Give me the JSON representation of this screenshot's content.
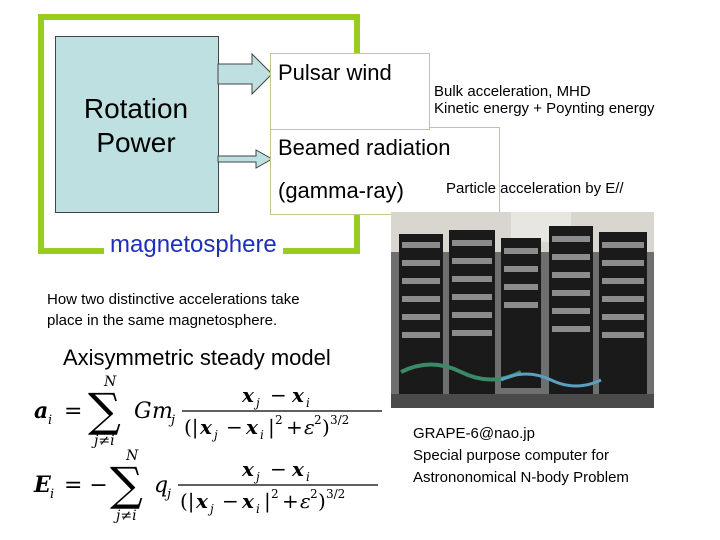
{
  "diagram": {
    "rotation_power": [
      "Rotation",
      "Power"
    ],
    "pulsar_wind": "Pulsar wind",
    "bulk_acceleration": [
      "Bulk acceleration, MHD",
      "Kinetic energy + Poynting energy"
    ],
    "beamed_radiation": "Beamed radiation",
    "gamma_ray": "(gamma-ray)",
    "particle_acceleration": "Particle acceleration by E//",
    "magnetosphere": "magnetosphere",
    "colors": {
      "frame": "#99cc22",
      "rotation_box": "#bfe0e0",
      "magnetosphere_label": "#1f2fb8"
    }
  },
  "notes": {
    "distinctive": [
      "How two distinctive accelerations take",
      "place in the same magnetosphere."
    ],
    "model": "Axisymmetric steady model"
  },
  "equations": {
    "accel": {
      "lhs": "a",
      "sub_i": "i",
      "eq": "=",
      "sum_top": "N",
      "sum_bottom": "j≠i",
      "G": "G",
      "m": "m",
      "sub_j": "j",
      "x": "x",
      "minus": "−",
      "eps": "ε",
      "pow2": "2",
      "pow32": "3/2"
    },
    "field": {
      "lhs": "E",
      "sub_i": "i",
      "eq": "= −",
      "sum_top": "N",
      "sum_bottom": "j≠i",
      "q": "q",
      "sub_j": "j",
      "x": "x",
      "minus": "−",
      "eps": "ε",
      "pow2": "2",
      "pow32": "3/2"
    }
  },
  "grape": {
    "lines": [
      "GRAPE-6@nao.jp",
      "Special purpose computer for",
      "Astrononomical N-body Problem"
    ]
  }
}
